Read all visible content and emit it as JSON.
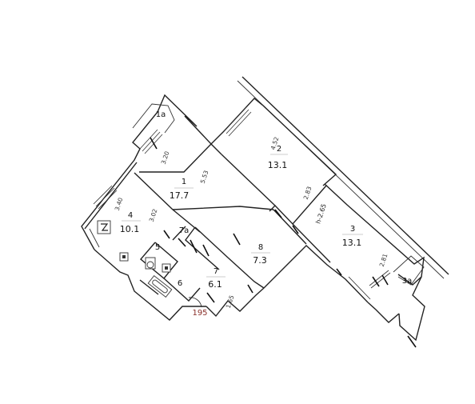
{
  "rooms": [
    {
      "id": "r1",
      "number": "1",
      "area": "17.7"
    },
    {
      "id": "r1a",
      "number": "1а",
      "area": ""
    },
    {
      "id": "r2",
      "number": "2",
      "area": "13.1"
    },
    {
      "id": "r3",
      "number": "3",
      "area": "13.1"
    },
    {
      "id": "r3a",
      "number": "3а",
      "area": ""
    },
    {
      "id": "r4",
      "number": "4",
      "area": "10.1"
    },
    {
      "id": "r5",
      "number": "5",
      "area": ""
    },
    {
      "id": "r6",
      "number": "6",
      "area": ""
    },
    {
      "id": "r7",
      "number": "7",
      "area": "6.1"
    },
    {
      "id": "r7a",
      "number": "7а",
      "area": ""
    },
    {
      "id": "r8",
      "number": "8",
      "area": "7.3"
    }
  ],
  "dimensions": {
    "d320": "3.20",
    "d553": "5.53",
    "d340": "3.40",
    "d302": "3.02",
    "d452": "4.52",
    "d283": "2.83",
    "d281": "2.81",
    "d165": "1.65"
  },
  "ceiling_height": "h-2.65",
  "stamp": "195"
}
